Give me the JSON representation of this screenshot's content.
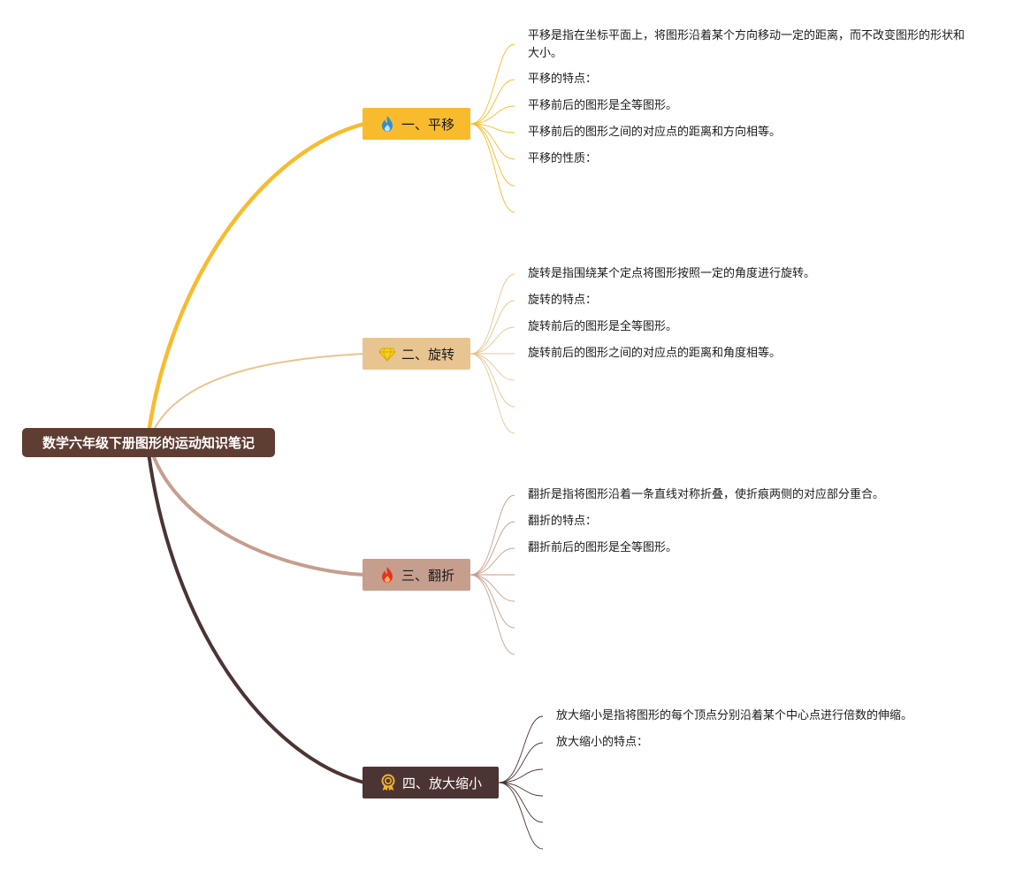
{
  "root": {
    "title": "数学六年级下册图形的运动知识笔记",
    "color": "#5e3d33"
  },
  "branches": [
    {
      "label": "一、平移",
      "icon": "blue-flame-icon",
      "color": "#f8bb2d",
      "leaves": [
        "平移是指在坐标平面上，将图形沿着某个方向移动一定的距离，而不改变图形的形状和大小。",
        "平移的特点：",
        "平移前后的图形是全等图形。",
        "平移前后的图形之间的对应点的距离和方向相等。",
        "平移的性质："
      ]
    },
    {
      "label": "二、旋转",
      "icon": "diamond-icon",
      "color": "#e8c590",
      "leaves": [
        "旋转是指围绕某个定点将图形按照一定的角度进行旋转。",
        "旋转的特点：",
        "旋转前后的图形是全等图形。",
        "旋转前后的图形之间的对应点的距离和角度相等。"
      ]
    },
    {
      "label": "三、翻折",
      "icon": "red-flame-icon",
      "color": "#c69e8e",
      "leaves": [
        "翻折是指将图形沿着一条直线对称折叠，使折痕两侧的对应部分重合。",
        "翻折的特点：",
        "翻折前后的图形是全等图形。"
      ]
    },
    {
      "label": "四、放大缩小",
      "icon": "award-ribbon-icon",
      "color": "#4b3432",
      "leaves": [
        "放大缩小是指将图形的每个顶点分别沿着某个中心点进行倍数的伸缩。",
        "放大缩小的特点："
      ]
    }
  ]
}
